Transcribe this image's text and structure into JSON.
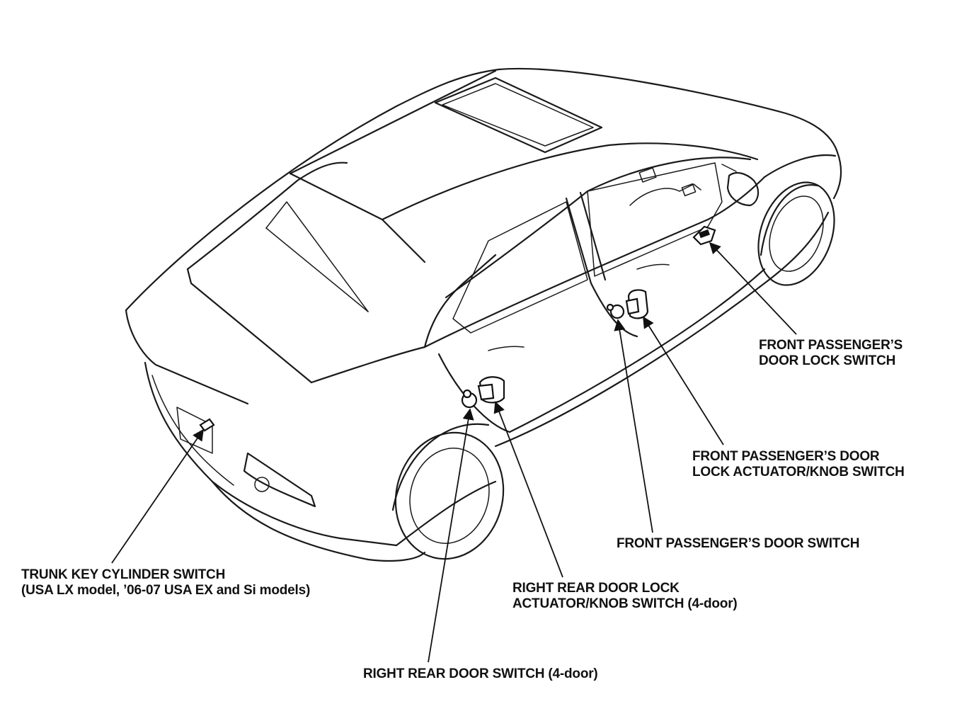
{
  "labels": {
    "front_lock_switch": [
      "FRONT PASSENGER’S",
      "DOOR LOCK SWITCH"
    ],
    "front_lock_actuator": [
      "FRONT PASSENGER’S DOOR",
      "LOCK ACTUATOR/KNOB SWITCH"
    ],
    "front_door_switch": [
      "FRONT PASSENGER’S DOOR SWITCH"
    ],
    "rear_lock_actuator": [
      "RIGHT REAR DOOR LOCK",
      "ACTUATOR/KNOB SWITCH (4-door)"
    ],
    "trunk_key_switch": [
      "TRUNK KEY CYLINDER SWITCH",
      "(USA LX model, ’06-07 USA EX and Si models)"
    ],
    "rear_door_switch": [
      "RIGHT REAR DOOR SWITCH (4-door)"
    ]
  }
}
